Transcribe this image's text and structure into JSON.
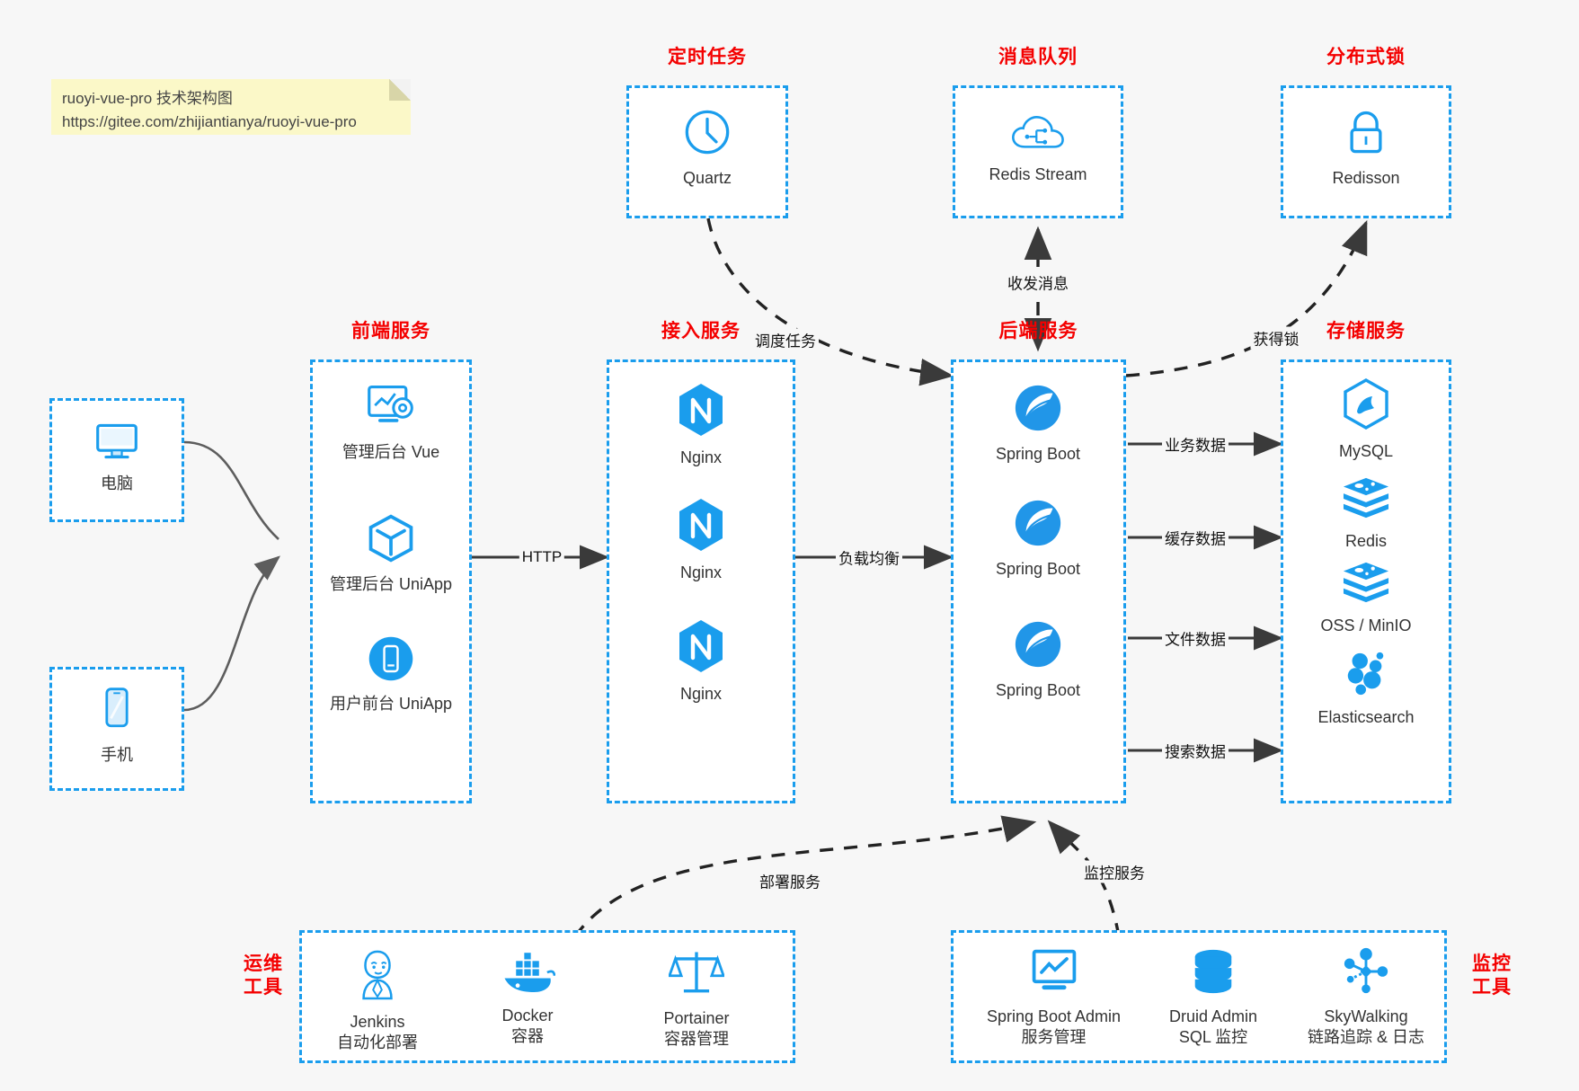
{
  "note": {
    "line1": "ruoyi-vue-pro 技术架构图",
    "line2": "https://gitee.com/zhijiantianya/ruoyi-vue-pro"
  },
  "colors": {
    "accent": "#1a9ded",
    "group_title": "#f40000",
    "background": "#f7f7f7",
    "node_bg": "#ffffff",
    "edge": "#3a3a3a",
    "note_bg": "#fbf8c8"
  },
  "groups": {
    "scheduled_task": {
      "title": "定时任务",
      "items": [
        {
          "label": "Quartz",
          "icon": "clock-icon"
        }
      ]
    },
    "message_queue": {
      "title": "消息队列",
      "items": [
        {
          "label": "Redis Stream",
          "icon": "cloud-stream-icon"
        }
      ]
    },
    "distributed_lock": {
      "title": "分布式锁",
      "items": [
        {
          "label": "Redisson",
          "icon": "lock-icon"
        }
      ]
    },
    "clients": {
      "items": [
        {
          "label": "电脑",
          "icon": "desktop-icon"
        },
        {
          "label": "手机",
          "icon": "mobile-icon"
        }
      ]
    },
    "frontend": {
      "title": "前端服务",
      "items": [
        {
          "label": "管理后台 Vue",
          "icon": "dashboard-gear-icon"
        },
        {
          "label": "管理后台 UniApp",
          "icon": "cube-icon"
        },
        {
          "label": "用户前台 UniApp",
          "icon": "mobile-app-icon"
        }
      ]
    },
    "gateway": {
      "title": "接入服务",
      "items": [
        {
          "label": "Nginx",
          "icon": "nginx-icon"
        },
        {
          "label": "Nginx",
          "icon": "nginx-icon"
        },
        {
          "label": "Nginx",
          "icon": "nginx-icon"
        }
      ]
    },
    "backend": {
      "title": "后端服务",
      "items": [
        {
          "label": "Spring Boot",
          "icon": "spring-leaf-icon"
        },
        {
          "label": "Spring Boot",
          "icon": "spring-leaf-icon"
        },
        {
          "label": "Spring Boot",
          "icon": "spring-leaf-icon"
        }
      ]
    },
    "storage": {
      "title": "存储服务",
      "items": [
        {
          "label": "MySQL",
          "icon": "mysql-dolphin-icon"
        },
        {
          "label": "Redis",
          "icon": "redis-stack-icon"
        },
        {
          "label": "OSS / MinIO",
          "icon": "redis-stack-icon"
        },
        {
          "label": "Elasticsearch",
          "icon": "elasticsearch-icon"
        }
      ]
    },
    "devops": {
      "title_line1": "运维",
      "title_line2": "工具",
      "items": [
        {
          "label": "Jenkins",
          "sub": "自动化部署",
          "icon": "jenkins-butler-icon"
        },
        {
          "label": "Docker",
          "sub": "容器",
          "icon": "docker-whale-icon"
        },
        {
          "label": "Portainer",
          "sub": "容器管理",
          "icon": "portainer-scale-icon"
        }
      ]
    },
    "monitoring": {
      "title_line1": "监控",
      "title_line2": "工具",
      "items": [
        {
          "label": "Spring Boot Admin",
          "sub": "服务管理",
          "icon": "monitor-chart-icon"
        },
        {
          "label": "Druid Admin",
          "sub": "SQL 监控",
          "icon": "database-icon"
        },
        {
          "label": "SkyWalking",
          "sub": "链路追踪 & 日志",
          "icon": "skywalking-node-icon"
        }
      ]
    }
  },
  "edges": [
    {
      "label": "调度任务",
      "from": "scheduled_task",
      "to": "backend",
      "style": "dashed"
    },
    {
      "label": "收发消息",
      "from": "message_queue",
      "to": "backend",
      "style": "dashed-bidirectional"
    },
    {
      "label": "获得锁",
      "from": "backend",
      "to": "distributed_lock",
      "style": "dashed"
    },
    {
      "label": "HTTP",
      "from": "frontend",
      "to": "gateway",
      "style": "solid"
    },
    {
      "label": "负载均衡",
      "from": "gateway",
      "to": "backend",
      "style": "solid"
    },
    {
      "label": "业务数据",
      "from": "backend",
      "to": "MySQL",
      "style": "solid"
    },
    {
      "label": "缓存数据",
      "from": "backend",
      "to": "Redis",
      "style": "solid"
    },
    {
      "label": "文件数据",
      "from": "backend",
      "to": "OSS / MinIO",
      "style": "solid"
    },
    {
      "label": "搜索数据",
      "from": "backend",
      "to": "Elasticsearch",
      "style": "solid"
    },
    {
      "label": "部署服务",
      "from": "devops",
      "to": "backend",
      "style": "dashed"
    },
    {
      "label": "监控服务",
      "from": "monitoring",
      "to": "backend",
      "style": "dashed"
    }
  ]
}
